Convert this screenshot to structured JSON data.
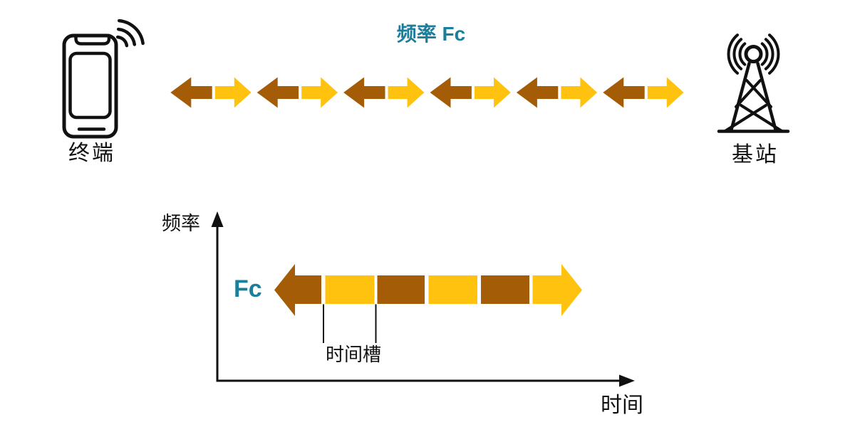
{
  "colors": {
    "brown": "#A45C06",
    "yellow": "#FFC20E",
    "teal": "#1B7E9C",
    "ink": "#111111"
  },
  "top": {
    "terminal_label": "终端",
    "base_station_label": "基站",
    "frequency_label": "频率 Fc",
    "duplex_pairs": 6,
    "icons": {
      "left": "smartphone-icon",
      "left_signal": "signal-waves-icon",
      "right": "radio-tower-icon"
    }
  },
  "chart": {
    "y_axis_label": "频率",
    "x_axis_label": "时间",
    "carrier_label": "Fc",
    "time_slot_label": "时间槽",
    "timeline_segments": [
      {
        "kind": "arrow-left",
        "color": "brown"
      },
      {
        "kind": "slot",
        "color": "yellow"
      },
      {
        "kind": "slot",
        "color": "brown"
      },
      {
        "kind": "slot",
        "color": "yellow"
      },
      {
        "kind": "slot",
        "color": "brown"
      },
      {
        "kind": "arrow-right",
        "color": "yellow"
      }
    ]
  }
}
